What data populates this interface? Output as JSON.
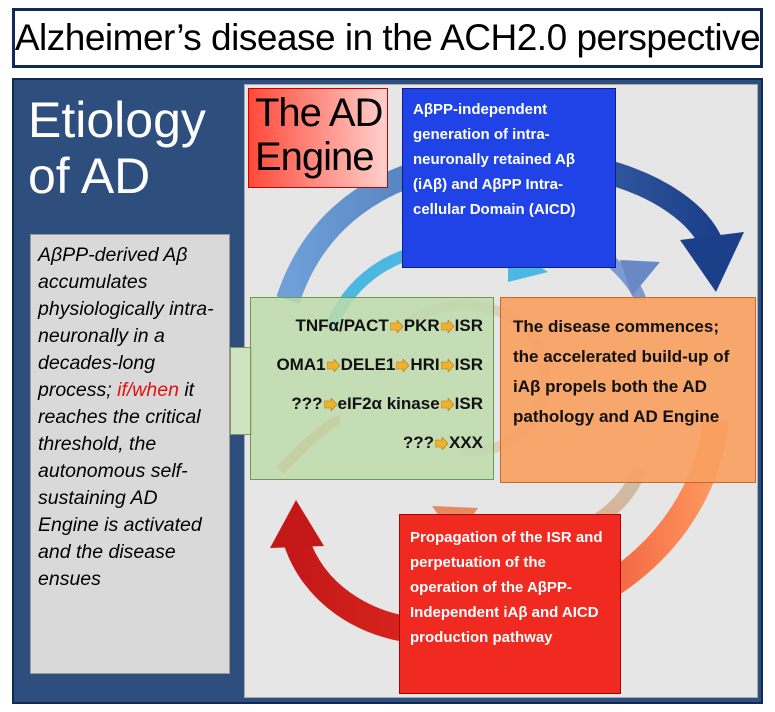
{
  "title": "Alzheimer’s disease in the ACH2.0 perspective",
  "etiology": {
    "line1": "Etiology",
    "line2": "of AD"
  },
  "left_text": {
    "part1": "AβPP-derived Aβ accumulates physiologically intra-neuronally in a decades-long process; ",
    "highlight": "if/when",
    "part2": " it reaches the critical threshold, the autonomous self-sustaining AD Engine is activated and the disease ensues"
  },
  "engine": {
    "line1": "The AD",
    "line2": "Engine"
  },
  "blue_box": "AβPP-independent generation of intra-neuronally retained Aβ (iAβ) and AβPP Intra-cellular Domain (AICD)",
  "green_box": {
    "rows": [
      [
        "TNFα/PACT",
        "PKR",
        "ISR"
      ],
      [
        "OMA1",
        "DELE1",
        "HRI",
        "ISR"
      ],
      [
        "???",
        "eIF2α kinase",
        "ISR"
      ],
      [
        "???",
        "XXX"
      ]
    ]
  },
  "orange_box": "The disease commences; the accelerated build-up of iAβ propels both the AD pathology and AD Engine",
  "red_box": "Propagation of the ISR and perpetuation of the operation of the AβPP-Independent iAβ and AICD production pathway",
  "colors": {
    "navy": "#2e4f7e",
    "blue_box": "#1f43e6",
    "orange_box": "#f8a162",
    "red_box": "#f02a20",
    "green_box": "#bedaaa",
    "arrow_chevron": "#f0b030"
  }
}
